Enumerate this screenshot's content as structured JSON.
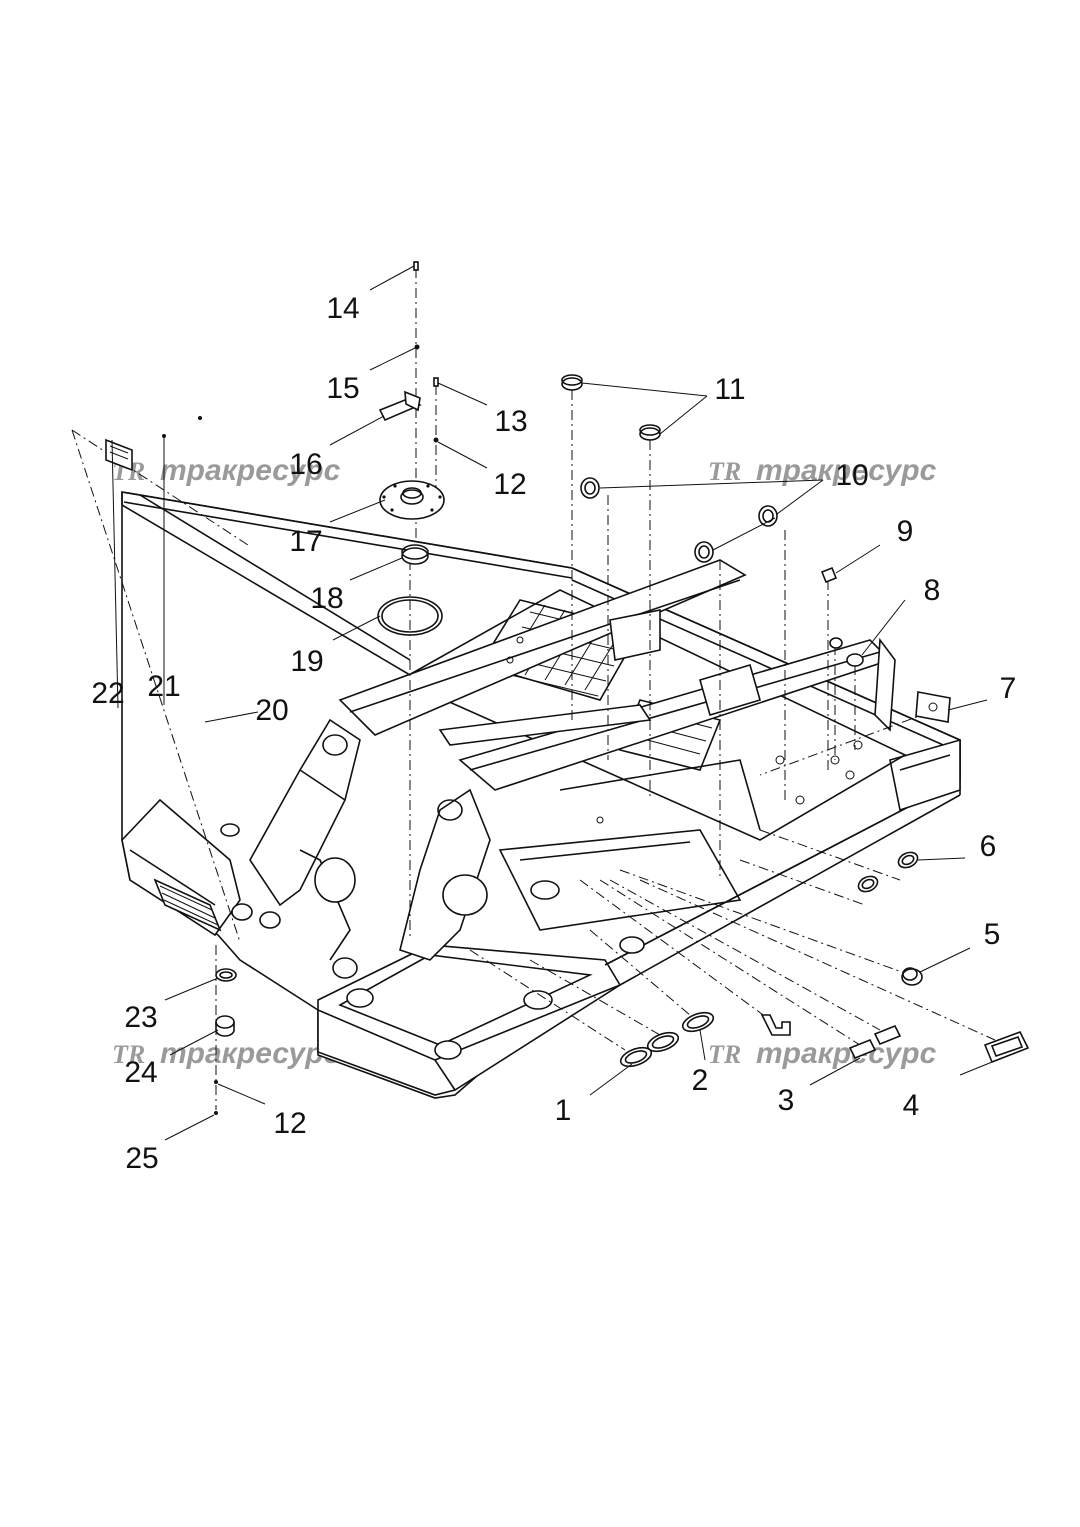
{
  "watermark": {
    "logo": "TR",
    "text": "тракресурс"
  },
  "callouts": [
    {
      "id": "1",
      "label": "1"
    },
    {
      "id": "2",
      "label": "2"
    },
    {
      "id": "3",
      "label": "3"
    },
    {
      "id": "4",
      "label": "4"
    },
    {
      "id": "5",
      "label": "5"
    },
    {
      "id": "6",
      "label": "6"
    },
    {
      "id": "7",
      "label": "7"
    },
    {
      "id": "8",
      "label": "8"
    },
    {
      "id": "9",
      "label": "9"
    },
    {
      "id": "10",
      "label": "10"
    },
    {
      "id": "11",
      "label": "11"
    },
    {
      "id": "12a",
      "label": "12"
    },
    {
      "id": "13",
      "label": "13"
    },
    {
      "id": "14",
      "label": "14"
    },
    {
      "id": "15",
      "label": "15"
    },
    {
      "id": "16",
      "label": "16"
    },
    {
      "id": "17",
      "label": "17"
    },
    {
      "id": "18",
      "label": "18"
    },
    {
      "id": "19",
      "label": "19"
    },
    {
      "id": "20",
      "label": "20"
    },
    {
      "id": "21",
      "label": "21"
    },
    {
      "id": "22",
      "label": "22"
    },
    {
      "id": "23",
      "label": "23"
    },
    {
      "id": "24",
      "label": "24"
    },
    {
      "id": "12b",
      "label": "12"
    },
    {
      "id": "25",
      "label": "25"
    }
  ]
}
